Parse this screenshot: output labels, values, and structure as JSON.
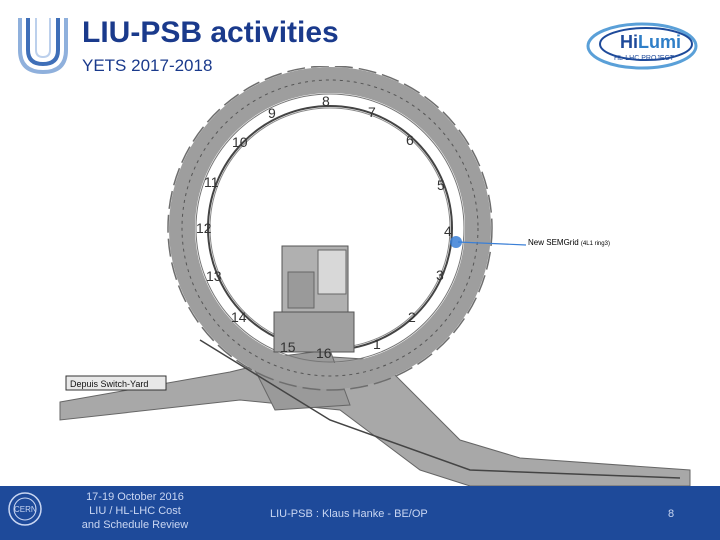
{
  "header": {
    "title": "LIU-PSB activities",
    "subtitle": "YETS 2017-2018"
  },
  "diagram": {
    "sector_numbers": [
      "1",
      "2",
      "3",
      "4",
      "5",
      "6",
      "7",
      "8",
      "9",
      "10",
      "11",
      "12",
      "13",
      "14",
      "15",
      "16"
    ],
    "label_switchyard": "Depuis Switch-Yard",
    "callout": {
      "main": "New SEMGrid",
      "detail": "(4L1 ring3)"
    },
    "marker_color": "#3a7fd6"
  },
  "footer": {
    "event_line1": "17-19 October 2016",
    "event_line2": "LIU / HL-LHC Cost",
    "event_line3": "and Schedule Review",
    "center_text": "LIU-PSB : Klaus Hanke - BE/OP",
    "page_number": "8",
    "background": "#1e4a9a"
  },
  "logos": {
    "hilumi_main_1": "Hi",
    "hilumi_main_2": "Lumi",
    "hilumi_sub": "HL-LHC PROJECT",
    "cern": "CERN"
  }
}
